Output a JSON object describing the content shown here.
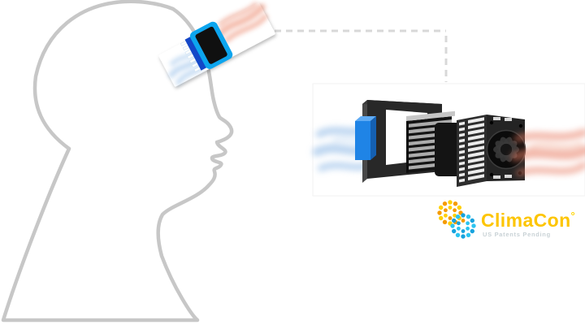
{
  "page": {
    "background_color": "#ffffff"
  },
  "logo": {
    "name": "ClimaCon",
    "degree_mark": "°",
    "tagline": "US Patents Pending",
    "wordmark_color": "#fdc500",
    "tagline_color": "#c9d2d6",
    "mark_dot_colors": [
      "#f59b00",
      "#ffcf00",
      "#2cc4f0",
      "#17a3de"
    ]
  },
  "diagram": {
    "head_outline_color": "#c7c7c7",
    "connector_color": "#d8d8d8",
    "panel_background": "#ffffff",
    "cool_airflow_color": "#8fb9e6",
    "warm_airflow_color": "#e87d63",
    "device": {
      "band_color": "#ffffff",
      "frame_color": "#0da5ee",
      "body_color": "#101010",
      "heatsink_base_color": "#1347c8",
      "heatsink_fin_color": "#ffffff"
    },
    "exploded_components": [
      {
        "id": "cold-plate",
        "color": "#1f84e6"
      },
      {
        "id": "mounting-frame",
        "color": "#282828"
      },
      {
        "id": "heatsink-fins",
        "color": "#acacac"
      },
      {
        "id": "fan",
        "color": "#141414"
      },
      {
        "id": "vented-enclosure",
        "color": "#242424"
      }
    ]
  }
}
